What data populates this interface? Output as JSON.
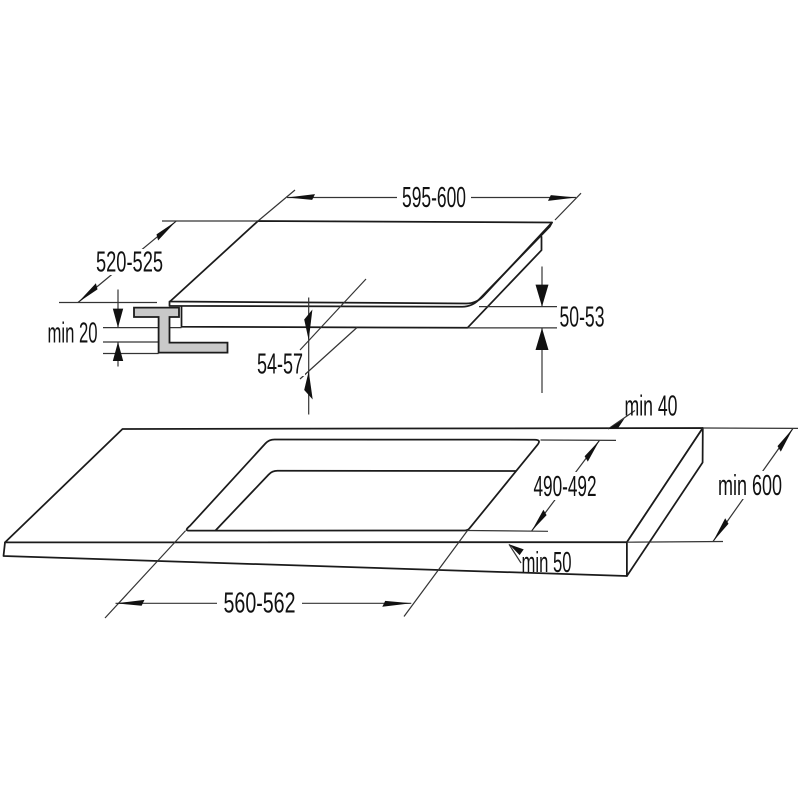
{
  "figure": {
    "type": "technical-installation-diagram",
    "subject": "built-in hob and worktop cutout installation dimensions",
    "units": "mm",
    "background_color": "#ffffff",
    "line_color": "#222222",
    "bracket_fill_color": "#c9c9c9",
    "text_color": "#111111",
    "labels": {
      "hob_width": "595-600",
      "hob_depth": "520-525",
      "hob_total_height": "54-57",
      "hob_body_height": "50-53",
      "support_clearance": "min 20",
      "cutout_rear_distance": "min 40",
      "cutout_depth": "490-492",
      "worktop_depth": "min 600",
      "cutout_front_distance": "min 50",
      "cutout_width": "560-562"
    }
  }
}
